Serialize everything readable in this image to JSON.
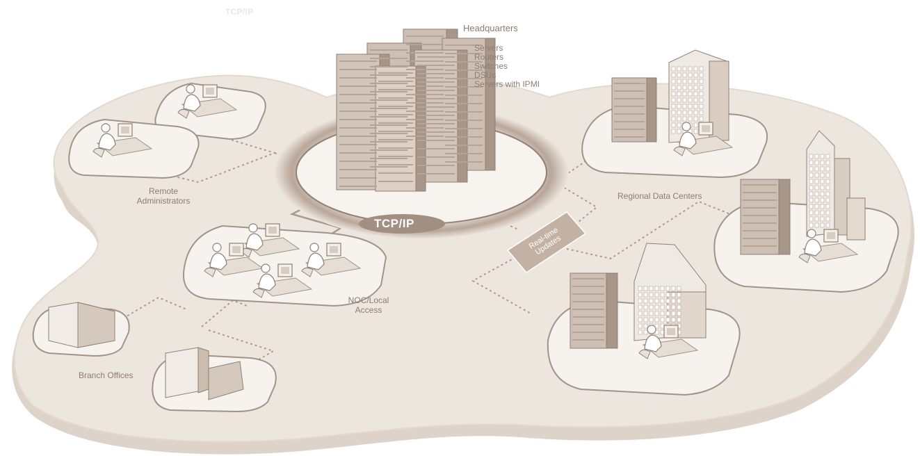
{
  "corner_title": "TCP/IP",
  "hub": {
    "title": "TCP/IP"
  },
  "headquarters": {
    "title": "Headquarters",
    "items": [
      "Servers",
      "Routers",
      "Switches",
      "DSUs",
      "Servers with IPMI"
    ]
  },
  "labels": {
    "remote_admins": [
      "Remote",
      "Administrators"
    ],
    "noc": [
      "NOC/Local",
      "Access"
    ],
    "branch": "Branch Offices",
    "regional": "Regional Data Centers",
    "updates": [
      "Real-time",
      "Updates"
    ]
  },
  "colors": {
    "cloud_fill": "#ece6df",
    "cloud_edge": "#d8cec4",
    "outline": "#9e9185",
    "ring": "#c8b8aa",
    "text": "#8a7d72",
    "badge": "#c3b2a3"
  }
}
